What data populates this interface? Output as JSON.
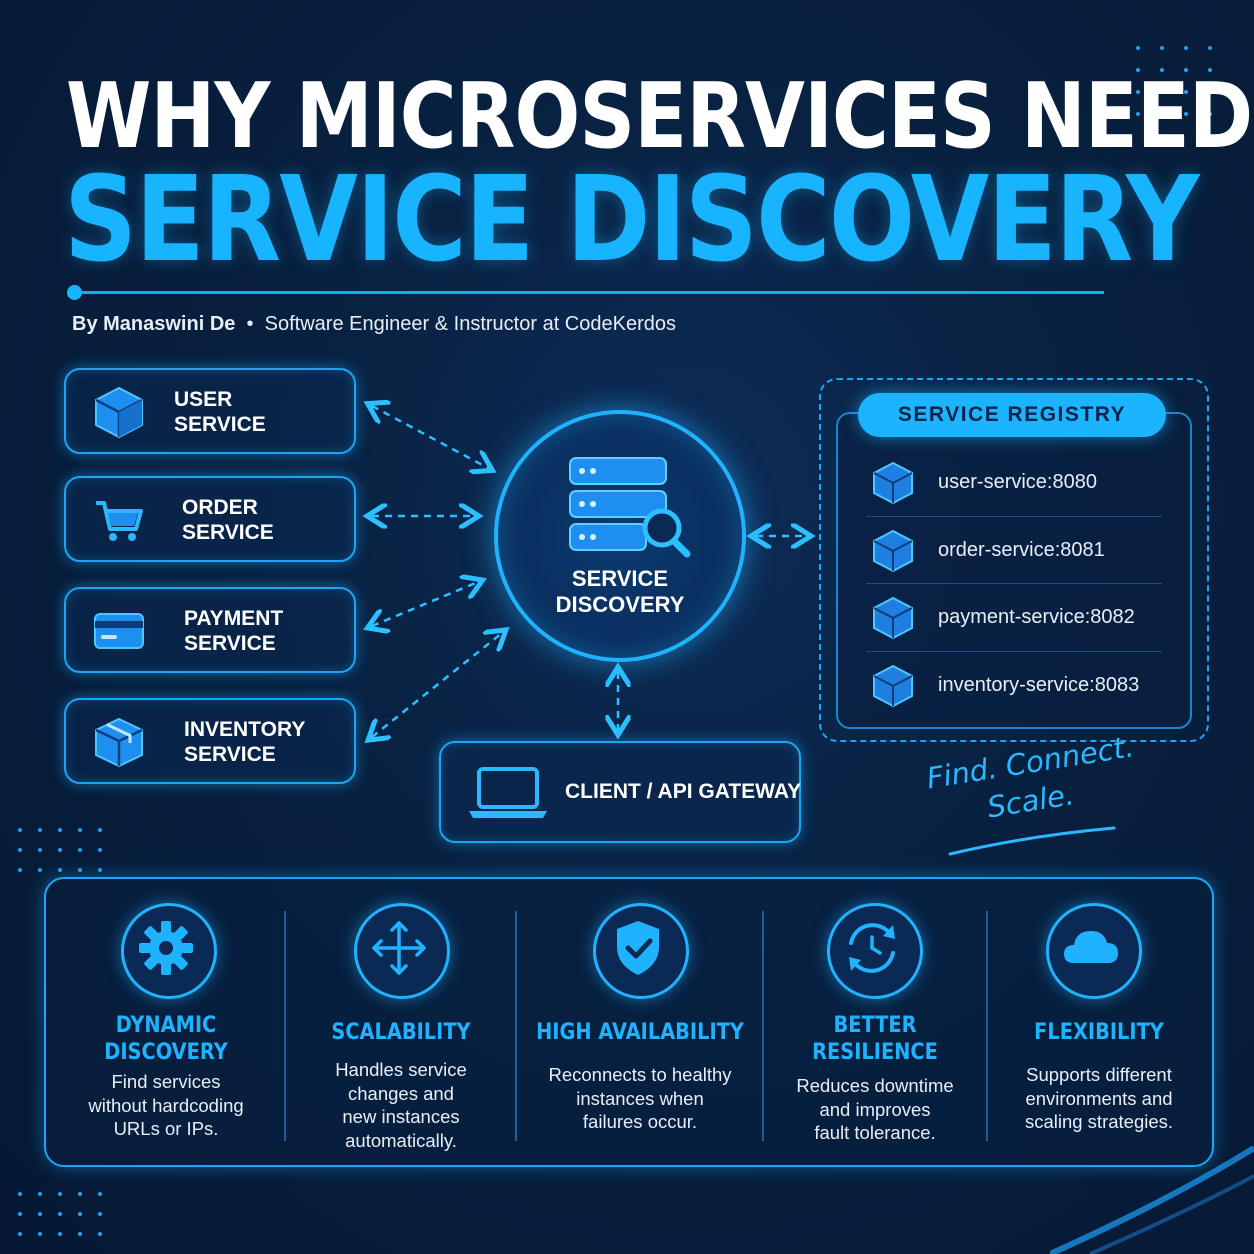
{
  "title": {
    "line1": "WHY MICROSERVICES NEED",
    "line2": "SERVICE DISCOVERY"
  },
  "byline": {
    "author": "By Manaswini De",
    "separator": "•",
    "role": "Software Engineer & Instructor at CodeKerdos"
  },
  "services": [
    {
      "label": "USER\nSERVICE",
      "icon": "cube-icon"
    },
    {
      "label": "ORDER\nSERVICE",
      "icon": "cart-icon"
    },
    {
      "label": "PAYMENT\nSERVICE",
      "icon": "credit-card-icon"
    },
    {
      "label": "INVENTORY\nSERVICE",
      "icon": "box-icon"
    }
  ],
  "hub": {
    "label": "SERVICE\nDISCOVERY",
    "icon": "server-search-icon"
  },
  "client": {
    "label": "CLIENT / API GATEWAY",
    "icon": "laptop-icon"
  },
  "registry": {
    "title": "SERVICE REGISTRY",
    "entries": [
      "user-service:8080",
      "order-service:8081",
      "payment-service:8082",
      "inventory-service:8083"
    ]
  },
  "tagline": "Find. Connect.\n      Scale.",
  "benefits": [
    {
      "title": "DYNAMIC\nDISCOVERY",
      "desc": "Find services\nwithout hardcoding\nURLs or IPs.",
      "icon": "gear-icon"
    },
    {
      "title": "SCALABILITY",
      "desc": "Handles service\nchanges and\nnew instances\nautomatically.",
      "icon": "arrows-expand-icon"
    },
    {
      "title": "HIGH AVAILABILITY",
      "desc": "Reconnects to healthy\ninstances when\nfailures occur.",
      "icon": "shield-check-icon"
    },
    {
      "title": "BETTER\nRESILIENCE",
      "desc": "Reduces downtime\nand improves\nfault tolerance.",
      "icon": "refresh-icon"
    },
    {
      "title": "FLEXIBILITY",
      "desc": "Supports different\nenvironments and\nscaling strategies.",
      "icon": "cloud-icon"
    }
  ],
  "colors": {
    "accent": "#19b4ff",
    "background": "#08203f",
    "text": "#ffffff"
  }
}
